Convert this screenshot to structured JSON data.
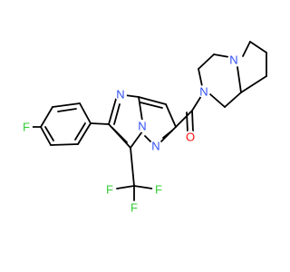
{
  "molecule": {
    "atoms": [
      {
        "id": "F_para",
        "symbol": "F",
        "color": "#33cc33"
      },
      {
        "id": "N_pym",
        "symbol": "N",
        "color": "#3050f8"
      },
      {
        "id": "N_bridge",
        "symbol": "N",
        "color": "#3050f8"
      },
      {
        "id": "N_pyrazole",
        "symbol": "N",
        "color": "#3050f8"
      },
      {
        "id": "N_amide",
        "symbol": "N",
        "color": "#3050f8"
      },
      {
        "id": "N_pyrrolidine",
        "symbol": "N",
        "color": "#3050f8"
      },
      {
        "id": "O_carbonyl",
        "symbol": "O",
        "color": "#ff0d0d"
      },
      {
        "id": "F_cf3_top",
        "symbol": "F",
        "color": "#33cc33"
      },
      {
        "id": "F_cf3_left",
        "symbol": "F",
        "color": "#33cc33"
      },
      {
        "id": "F_cf3_right",
        "symbol": "F",
        "color": "#33cc33"
      }
    ],
    "bond_color": "#000000"
  }
}
